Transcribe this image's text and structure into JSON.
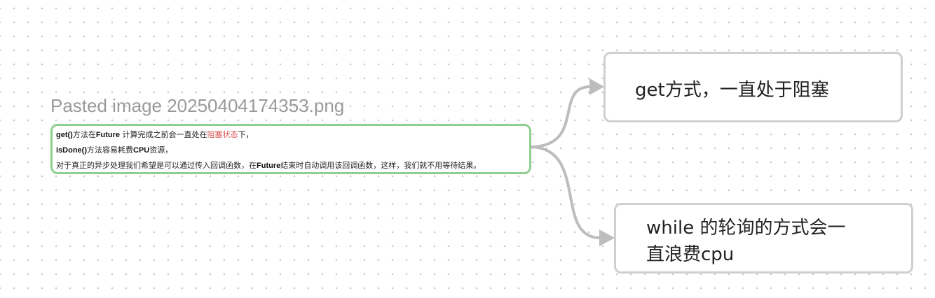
{
  "image_node": {
    "filename": "Pasted image 20250404174353.png",
    "lines": {
      "line1": {
        "a": "get()",
        "b": "方法在",
        "c": "Future",
        "d": " 计算完成之前会一直处在",
        "e": "阻塞状态",
        "f": "下，"
      },
      "line2": {
        "a": "isDone()",
        "b": "方法容易耗费",
        "c": "CPU",
        "d": "资源，"
      },
      "line3": {
        "a": "对于真正的异步处理我们希望是可以通过传入回调函数，在",
        "b": "Future",
        "c": "结束时自动调用该回调函数，这样，我们就不用等待结果。"
      }
    },
    "border_color": "#8fcf8f"
  },
  "cards": {
    "card1": {
      "text": "get方式，一直处于阻塞"
    },
    "card2": {
      "line1": "while 的轮询的方式会一",
      "line2": "直浪费cpu"
    },
    "border_color": "#cfcfcf"
  },
  "edges": {
    "color": "#bdbdbd"
  }
}
